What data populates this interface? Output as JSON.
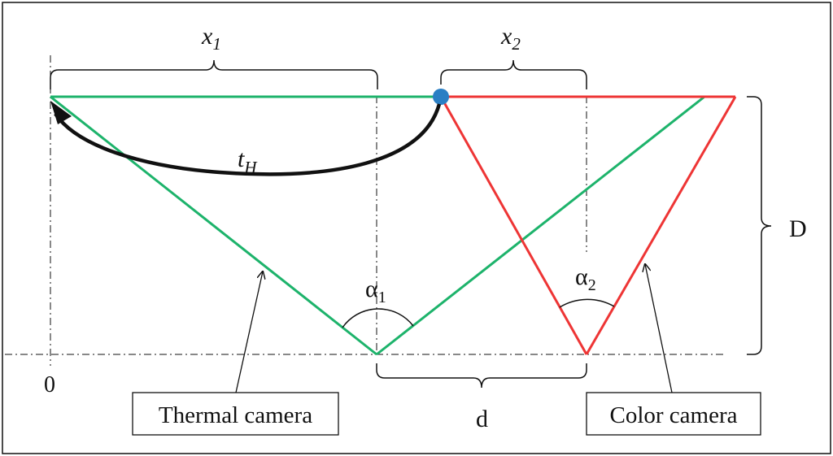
{
  "labels": {
    "x1": {
      "main": "x",
      "sub": "1"
    },
    "x2": {
      "main": "x",
      "sub": "2"
    },
    "tH": {
      "main": "t",
      "sub": "H"
    },
    "alpha1": {
      "main": "α",
      "sub": "1"
    },
    "alpha2": {
      "main": "α",
      "sub": "2"
    },
    "D": "D",
    "d": "d",
    "origin": "0",
    "thermal_camera": "Thermal camera",
    "color_camera": "Color camera"
  },
  "colors": {
    "thermal_fov": "#1db36b",
    "color_fov": "#ee3535",
    "target_dot": "#2a7fc4",
    "ink": "#111111"
  }
}
